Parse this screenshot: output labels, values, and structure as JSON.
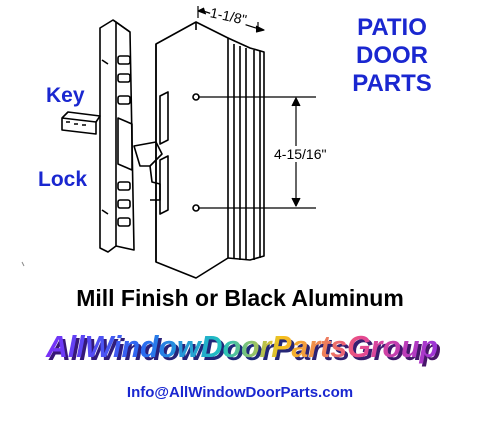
{
  "heading": {
    "line1": "PATIO",
    "line2": "DOOR",
    "line3": "PARTS"
  },
  "callouts": {
    "key": "Key",
    "lock": "Lock"
  },
  "dimensions": {
    "width": "1-1/8\"",
    "height": "4-15/16\""
  },
  "finish_text": "Mill Finish or Black Aluminum",
  "logo_text": "AllWindowDoorPartsGroup",
  "email": "Info@AllWindowDoorParts.com",
  "colors": {
    "accent_blue": "#1a27d0",
    "logo_gradient": [
      "#7b2ff7",
      "#2a6cf0",
      "#21c2c0",
      "#f6c21c",
      "#e84a8c",
      "#9b34d8"
    ]
  }
}
